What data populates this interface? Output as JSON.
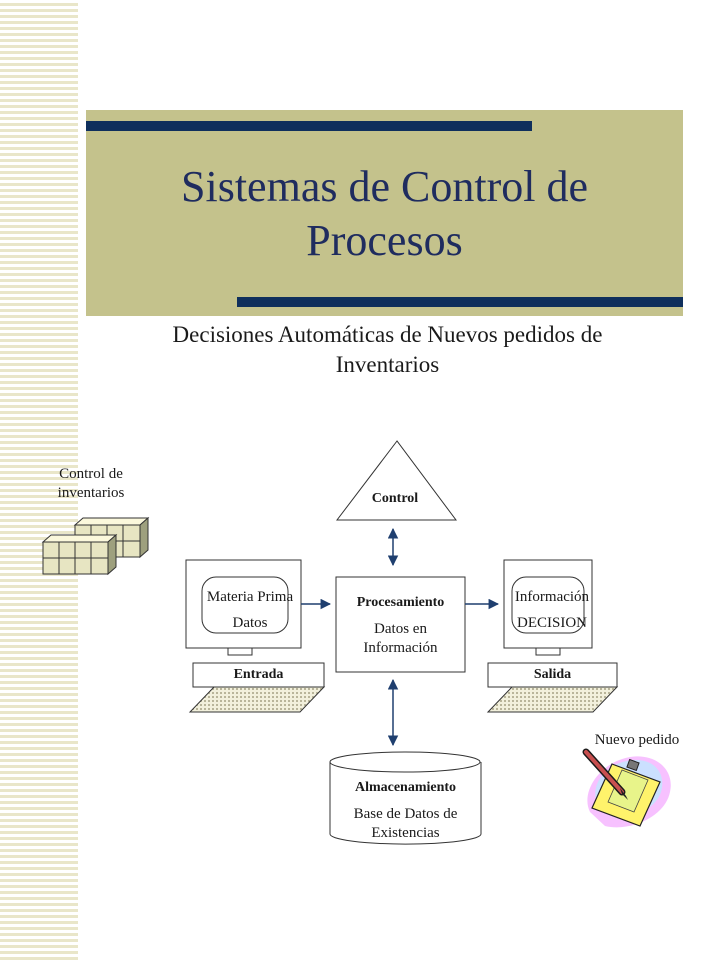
{
  "slide": {
    "title_line1": "Sistemas de Control de",
    "title_line2": "Procesos",
    "subtitle_line1": "Decisiones Automáticas  de Nuevos pedidos de",
    "subtitle_line2": "Inventarios"
  },
  "diagram": {
    "inventory_label_line1": "Control de",
    "inventory_label_line2": "inventarios",
    "control_label": "Control",
    "input": {
      "line1": "Materia Prima",
      "line2": "Datos",
      "footer": "Entrada"
    },
    "processing": {
      "title": "Procesamiento",
      "line1": "Datos en",
      "line2": "Información"
    },
    "output": {
      "line1": "Información",
      "line2": "DECISION",
      "footer": "Salida"
    },
    "storage": {
      "title": "Almacenamiento",
      "line1": "Base de Datos de",
      "line2": "Existencias"
    },
    "new_order_label": "Nuevo pedido"
  },
  "colors": {
    "title_box": "#c4c28c",
    "bars": "#0f2f5c",
    "title_text": "#1f2c5f",
    "arrows": "#1f3f6f"
  }
}
